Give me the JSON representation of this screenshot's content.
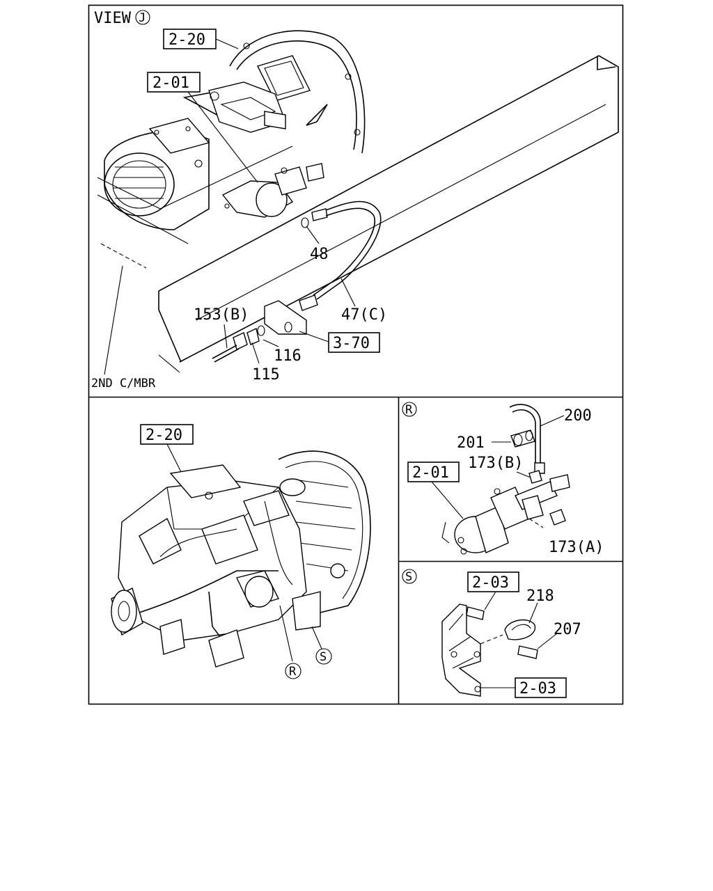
{
  "top_panel": {
    "view_label": "VIEW",
    "view_marker": "J",
    "ref_2_20": "2-20",
    "ref_2_01": "2-01",
    "ref_3_70": "3-70",
    "part_48": "48",
    "part_47c": "47(C)",
    "part_153b": "153(B)",
    "part_116": "116",
    "part_115": "115",
    "frame_label": "2ND C/MBR"
  },
  "left_panel": {
    "ref_2_20": "2-20",
    "marker_r": "R",
    "marker_s": "S"
  },
  "detail_r": {
    "marker": "R",
    "part_200": "200",
    "part_201": "201",
    "part_173b": "173(B)",
    "part_173a": "173(A)",
    "ref_2_01": "2-01"
  },
  "detail_s": {
    "marker": "S",
    "ref_2_03_top": "2-03",
    "ref_2_03_bottom": "2-03",
    "part_218": "218",
    "part_207": "207"
  }
}
